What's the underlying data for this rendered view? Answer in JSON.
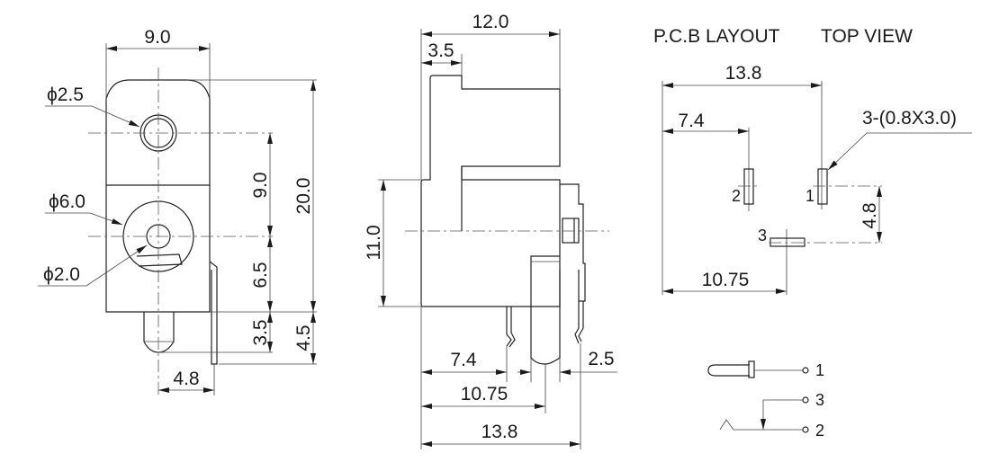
{
  "front_view": {
    "width_dim": "9.0",
    "hole_small_dia": "ϕ2.5",
    "hole_large_dia": "ϕ6.0",
    "pin_dia": "ϕ2.0",
    "hole_spacing": "9.0",
    "height_total": "20.0",
    "hole_to_bottom": "6.5",
    "pin_length": "3.5",
    "tab_length": "4.5",
    "tab_offset": "4.8"
  },
  "side_view": {
    "depth_total": "12.0",
    "flange_thickness": "3.5",
    "body_height": "11.0",
    "pin2_pos": "7.4",
    "pin3_pos": "10.75",
    "pin1_pos": "13.8",
    "rear_offset": "2.5"
  },
  "pcb_layout": {
    "title": "P.C.B LAYOUT",
    "subtitle": "TOP VIEW",
    "dim_pin1": "13.8",
    "dim_pin2": "7.4",
    "dim_pin3": "10.75",
    "dim_vertical": "4.8",
    "slot_note": "3-(0.8X3.0)",
    "pad_labels": [
      "1",
      "2",
      "3"
    ]
  },
  "schematic": {
    "pins": [
      "1",
      "3",
      "2"
    ]
  }
}
